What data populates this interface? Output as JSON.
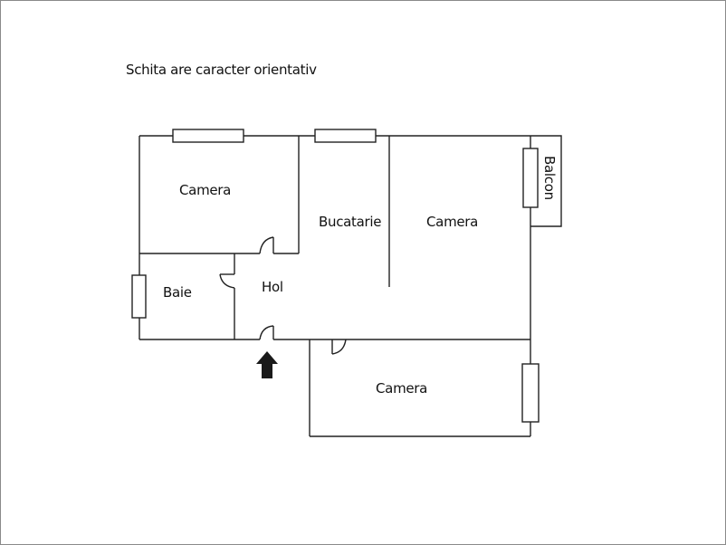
{
  "note": "Schita are caracter orientativ",
  "rooms": [
    {
      "id": "camera-1",
      "label": "Camera"
    },
    {
      "id": "bucatarie",
      "label": "Bucatarie"
    },
    {
      "id": "camera-2",
      "label": "Camera"
    },
    {
      "id": "baie",
      "label": "Baie"
    },
    {
      "id": "hol",
      "label": "Hol"
    },
    {
      "id": "camera-3",
      "label": "Camera"
    }
  ],
  "balcony": {
    "label": "Balcon"
  },
  "entrance": {
    "icon": "arrow-up-icon"
  },
  "colors": {
    "wall": "#222222",
    "frame": "#8a8a8a",
    "arrow": "#1a1a1a"
  }
}
